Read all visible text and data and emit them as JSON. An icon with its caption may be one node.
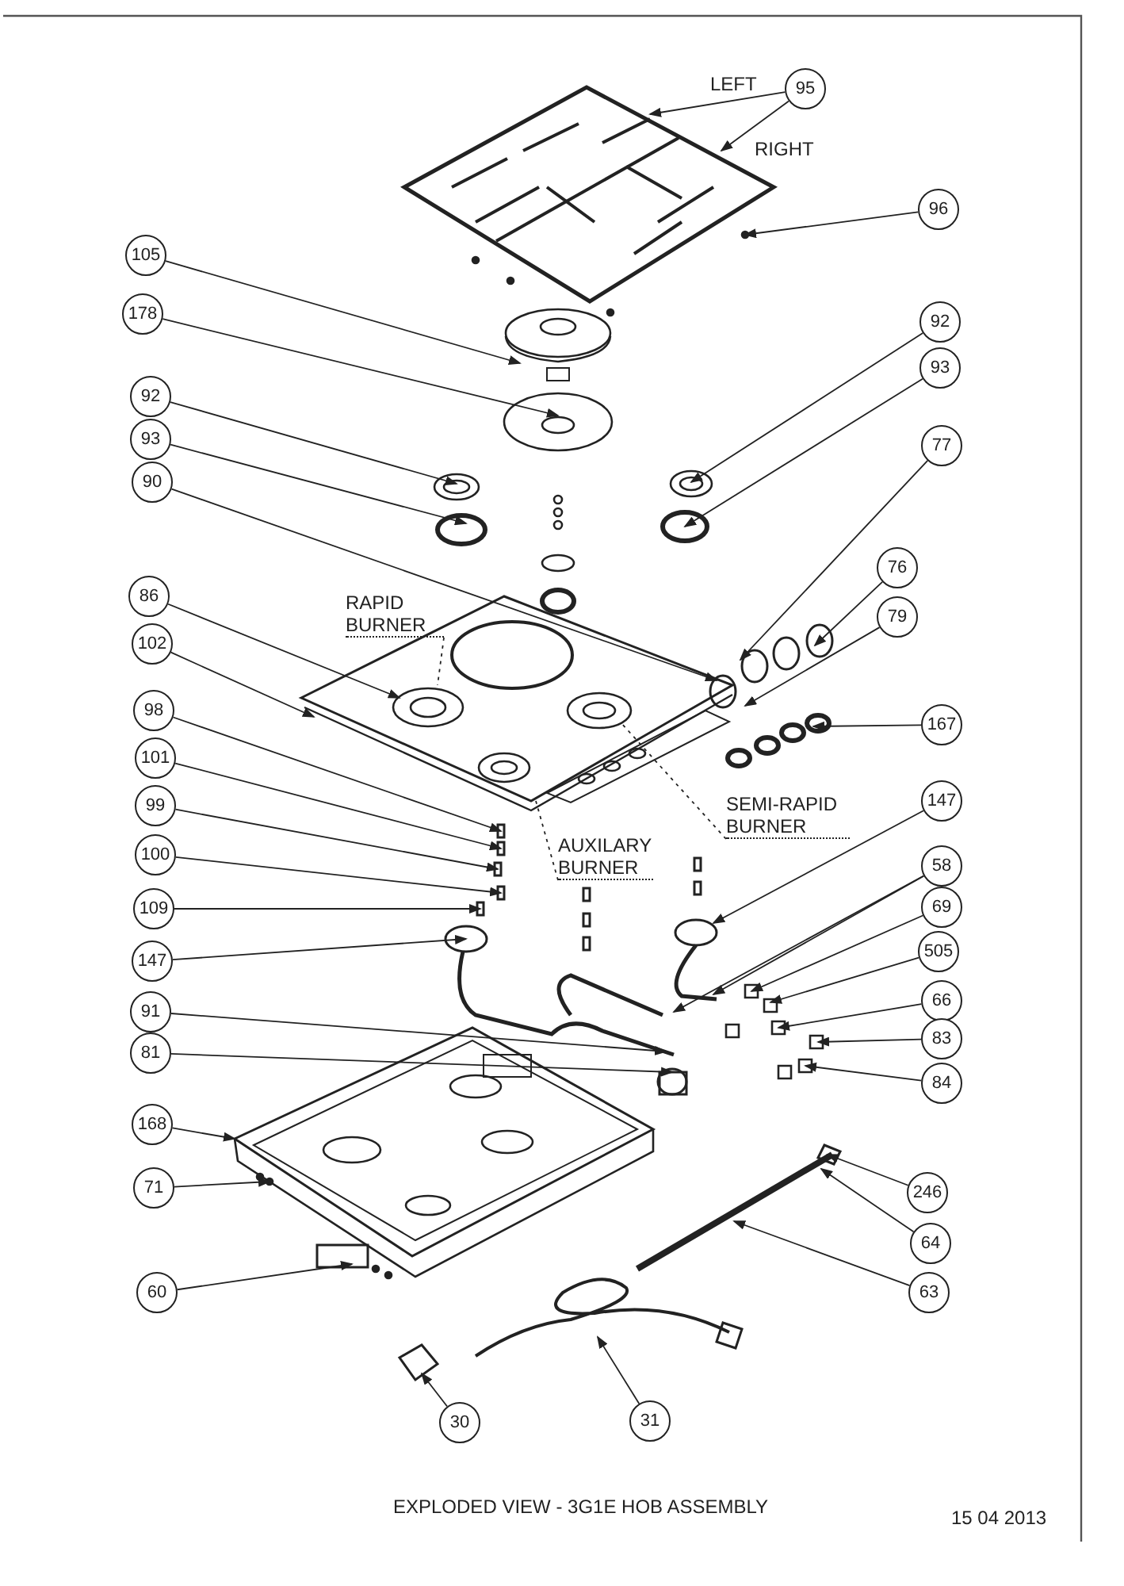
{
  "diagram": {
    "title": "EXPLODED VIEW - 3G1E HOB ASSEMBLY",
    "nodes": [
      {
        "text": [
          "95"
        ]
      },
      {
        "text": [
          "96"
        ]
      },
      {
        "text": [
          "105"
        ]
      },
      {
        "text": [
          "178"
        ]
      },
      {
        "text": [
          "92"
        ]
      },
      {
        "text": [
          "93"
        ]
      },
      {
        "text": [
          "92"
        ]
      },
      {
        "text": [
          "93"
        ]
      },
      {
        "text": [
          "90"
        ]
      },
      {
        "text": [
          "77"
        ]
      },
      {
        "text": [
          "76"
        ]
      },
      {
        "text": [
          "79"
        ]
      },
      {
        "text": [
          "86"
        ]
      },
      {
        "text": [
          "102"
        ]
      },
      {
        "text": [
          "RAPID BURNER"
        ]
      },
      {
        "text": [
          "98"
        ]
      },
      {
        "text": [
          "101"
        ]
      },
      {
        "text": [
          "167"
        ]
      },
      {
        "text": [
          "99"
        ]
      },
      {
        "text": [
          "SEMI-RAPID BURNER"
        ]
      },
      {
        "text": [
          "147"
        ]
      },
      {
        "text": [
          "100"
        ]
      },
      {
        "text": [
          "AUXILARY BURNER"
        ]
      },
      {
        "text": [
          "58"
        ]
      },
      {
        "text": [
          "109"
        ]
      },
      {
        "text": [
          "69"
        ]
      },
      {
        "text": [
          "147"
        ]
      },
      {
        "text": [
          "505"
        ]
      },
      {
        "text": [
          "91"
        ]
      },
      {
        "text": [
          "66"
        ]
      },
      {
        "text": [
          "81"
        ]
      },
      {
        "text": [
          "83"
        ]
      },
      {
        "text": [
          "84"
        ]
      },
      {
        "text": [
          "168"
        ]
      },
      {
        "text": [
          "246"
        ]
      },
      {
        "text": [
          "71"
        ]
      },
      {
        "text": [
          "64"
        ]
      },
      {
        "text": [
          "60"
        ]
      },
      {
        "text": [
          "63"
        ]
      },
      {
        "text": [
          "30"
        ]
      },
      {
        "text": [
          "31"
        ]
      }
    ],
    "edges": [
      {
        "from": 0,
        "to": null,
        "arrow": "to"
      },
      {
        "from": 0,
        "to": null,
        "arrow": "to"
      },
      {
        "from": 1,
        "to": null,
        "arrow": "to"
      },
      {
        "from": 2,
        "to": null,
        "arrow": "to"
      },
      {
        "from": 3,
        "to": null,
        "arrow": "to"
      },
      {
        "from": 4,
        "to": null,
        "arrow": "to"
      },
      {
        "from": 5,
        "to": null,
        "arrow": "to"
      },
      {
        "from": 6,
        "to": null,
        "arrow": "to"
      },
      {
        "from": 7,
        "to": null,
        "arrow": "to"
      },
      {
        "from": 8,
        "to": null,
        "arrow": "to"
      },
      {
        "from": 9,
        "to": null,
        "arrow": "to"
      },
      {
        "from": 10,
        "to": null,
        "arrow": "to"
      },
      {
        "from": 11,
        "to": null,
        "arrow": "to"
      },
      {
        "from": 12,
        "to": null,
        "arrow": "to"
      },
      {
        "from": 13,
        "to": null,
        "arrow": "to"
      },
      {
        "from": 14,
        "to": null,
        "arrow": "none",
        "style": "dashed"
      },
      {
        "from": 15,
        "to": null,
        "arrow": "to"
      },
      {
        "from": 16,
        "to": null,
        "arrow": "to"
      },
      {
        "from": 17,
        "to": null,
        "arrow": "to"
      },
      {
        "from": 18,
        "to": null,
        "arrow": "to"
      },
      {
        "from": 19,
        "to": null,
        "arrow": "none",
        "style": "dashed"
      },
      {
        "from": 20,
        "to": null,
        "arrow": "to"
      },
      {
        "from": 21,
        "to": null,
        "arrow": "to"
      },
      {
        "from": 22,
        "to": null,
        "arrow": "none",
        "style": "dashed"
      },
      {
        "from": 23,
        "to": null,
        "arrow": "to"
      },
      {
        "from": 23,
        "to": null,
        "arrow": "to"
      },
      {
        "from": 24,
        "to": null,
        "arrow": "to"
      },
      {
        "from": 25,
        "to": null,
        "arrow": "to"
      },
      {
        "from": 26,
        "to": null,
        "arrow": "to"
      },
      {
        "from": 27,
        "to": null,
        "arrow": "to"
      },
      {
        "from": 28,
        "to": null,
        "arrow": "to"
      },
      {
        "from": 29,
        "to": null,
        "arrow": "to"
      },
      {
        "from": 30,
        "to": null,
        "arrow": "to"
      },
      {
        "from": 31,
        "to": null,
        "arrow": "to"
      },
      {
        "from": 32,
        "to": null,
        "arrow": "to"
      },
      {
        "from": 33,
        "to": null,
        "arrow": "to"
      },
      {
        "from": 34,
        "to": null,
        "arrow": "to"
      },
      {
        "from": 35,
        "to": null,
        "arrow": "to"
      },
      {
        "from": 36,
        "to": null,
        "arrow": "to"
      },
      {
        "from": 37,
        "to": null,
        "arrow": "to"
      },
      {
        "from": 38,
        "to": null,
        "arrow": "to"
      },
      {
        "from": 39,
        "to": null,
        "arrow": "to"
      },
      {
        "from": 40,
        "to": null,
        "arrow": "to"
      }
    ],
    "labels": [
      "LEFT",
      "RIGHT",
      "15 04 2013"
    ]
  }
}
